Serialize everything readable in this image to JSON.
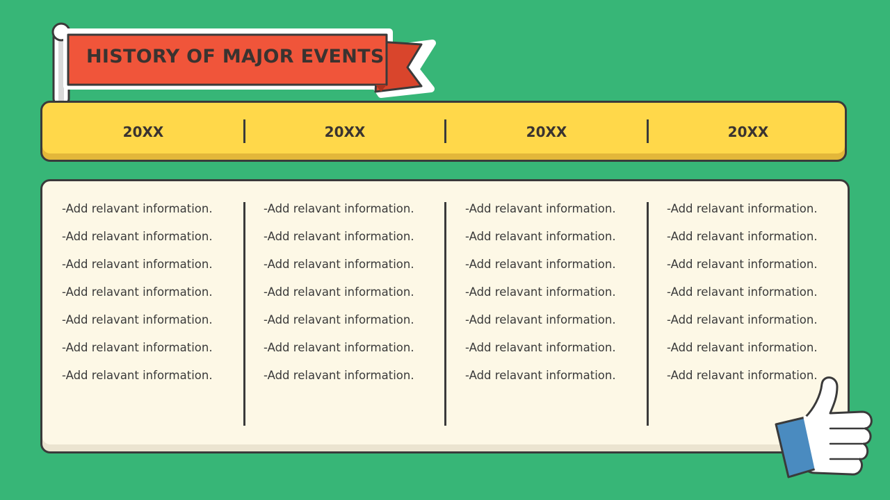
{
  "banner": {
    "title": "HISTORY OF MAJOR EVENTS"
  },
  "timeline": {
    "years": [
      "20XX",
      "20XX",
      "20XX",
      "20XX"
    ],
    "columns": [
      {
        "items": [
          "-Add relavant information.",
          "-Add relavant information.",
          "-Add relavant information.",
          "-Add relavant information.",
          "-Add relavant information.",
          "-Add relavant information.",
          "-Add relavant information."
        ]
      },
      {
        "items": [
          "-Add relavant information.",
          "-Add relavant information.",
          "-Add relavant information.",
          "-Add relavant information.",
          "-Add relavant information.",
          "-Add relavant information.",
          "-Add relavant information."
        ]
      },
      {
        "items": [
          "-Add relavant information.",
          "-Add relavant information.",
          "-Add relavant information.",
          "-Add relavant information.",
          "-Add relavant information.",
          "-Add relavant information.",
          "-Add relavant information."
        ]
      },
      {
        "items": [
          "-Add relavant information.",
          "-Add relavant information.",
          "-Add relavant information.",
          "-Add relavant information.",
          "-Add relavant information.",
          "-Add relavant information.",
          "-Add relavant information."
        ]
      }
    ]
  },
  "colors": {
    "background": "#37b677",
    "banner": "#f0553a",
    "year_bar": "#ffd84a",
    "panel": "#fdf8e6",
    "outline": "#3a3a3a",
    "thumb_cuff": "#4a8bc0"
  },
  "icons": {
    "flag": "flag-icon",
    "thumb": "thumbs-up-icon"
  }
}
